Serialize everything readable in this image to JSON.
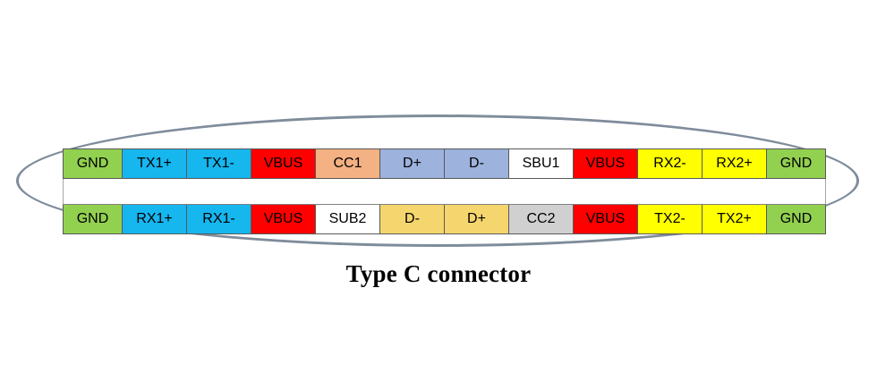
{
  "diagram": {
    "caption": "Type C connector",
    "shell_stroke_color": "#7f8c9b",
    "cell_border_color": "#595959",
    "background_color": "#ffffff"
  },
  "palette": {
    "gnd": "#92d050",
    "tx1": "#16b6ef",
    "rx1": "#16b6ef",
    "vbus": "#ff0000",
    "cc1": "#f4b183",
    "cc2": "#d0d0d0",
    "d_top": "#9db2dc",
    "d_bottom": "#f5d66e",
    "sbu1": "#ffffff",
    "sub2": "#ffffff",
    "rx2": "#ffff00",
    "tx2": "#ffff00",
    "blank": "#ffffff"
  },
  "pin_rows": {
    "top": {
      "name": "top-pin-row",
      "cells": [
        {
          "label": "GND",
          "color": "#92d050",
          "width": 72
        },
        {
          "label": "TX1+",
          "color": "#16b6ef",
          "width": 72
        },
        {
          "label": "TX1-",
          "color": "#16b6ef",
          "width": 72
        },
        {
          "label": "VBUS",
          "color": "#ff0000",
          "width": 72
        },
        {
          "label": "CC1",
          "color": "#f4b183",
          "width": 72
        },
        {
          "label": "D+",
          "color": "#9db2dc",
          "width": 72
        },
        {
          "label": "D-",
          "color": "#9db2dc",
          "width": 72
        },
        {
          "label": "SBU1",
          "color": "#ffffff",
          "width": 72
        },
        {
          "label": "VBUS",
          "color": "#ff0000",
          "width": 72
        },
        {
          "label": "RX2-",
          "color": "#ffff00",
          "width": 72
        },
        {
          "label": "RX2+",
          "color": "#ffff00",
          "width": 72
        },
        {
          "label": "GND",
          "color": "#92d050",
          "width": 72
        }
      ]
    },
    "middle": {
      "name": "blank-separator-row",
      "cells": [
        {
          "label": "",
          "color": "#ffffff",
          "span": 12
        }
      ]
    },
    "bottom": {
      "name": "bottom-pin-row",
      "cells": [
        {
          "label": "GND",
          "color": "#92d050",
          "width": 72
        },
        {
          "label": "RX1+",
          "color": "#16b6ef",
          "width": 72
        },
        {
          "label": "RX1-",
          "color": "#16b6ef",
          "width": 72
        },
        {
          "label": "VBUS",
          "color": "#ff0000",
          "width": 72
        },
        {
          "label": "SUB2",
          "color": "#ffffff",
          "width": 72
        },
        {
          "label": "D-",
          "color": "#f5d66e",
          "width": 72
        },
        {
          "label": "D+",
          "color": "#f5d66e",
          "width": 72
        },
        {
          "label": "CC2",
          "color": "#d0d0d0",
          "width": 72
        },
        {
          "label": "VBUS",
          "color": "#ff0000",
          "width": 72
        },
        {
          "label": "TX2-",
          "color": "#ffff00",
          "width": 72
        },
        {
          "label": "TX2+",
          "color": "#ffff00",
          "width": 72
        },
        {
          "label": "GND",
          "color": "#92d050",
          "width": 72
        }
      ]
    }
  }
}
